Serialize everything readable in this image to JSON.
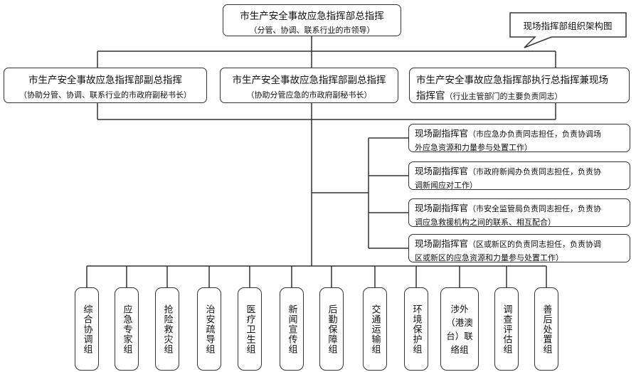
{
  "title_box": {
    "line1": "市生产安全事故应急指挥部总指挥",
    "line2": "（分管、协调、联系行业的市领导）"
  },
  "deputies": [
    {
      "title": "市生产安全事故应急指挥部副总指挥",
      "sub": "（协助分管、协调、联系行业的市政府副秘书长）"
    },
    {
      "title": "市生产安全事故应急指挥部副总指挥",
      "sub": "（协助分管应急的市政府副秘书长）"
    },
    {
      "title": "市生产安全事故应急指挥部执行总指挥兼现场",
      "sub_title": "指挥官",
      "sub": "（行业主管部门的主要负责同志）"
    }
  ],
  "callout": "现场指挥部组织架构图",
  "deputy_commanders": [
    {
      "head": "现场副指挥官",
      "detail_a": "（市应急办负责同志担任，负责协调场",
      "detail_b": "外应急资源和力量参与处置工作）"
    },
    {
      "head": "现场副指挥官",
      "detail_a": "（市政府新闻办负责同志担任，负责协",
      "detail_b": "调新闻应对工作）"
    },
    {
      "head": "现场副指挥官",
      "detail_a": "（市安全监管局负责同志担任，负责协",
      "detail_b": "调应急救援机构之间的联系、相互配合）"
    },
    {
      "head": "现场副指挥官",
      "detail_a": "（区或新区的负责同志担任，负责协调",
      "detail_b": "区或新区的应急资源和力量参与处置工作）"
    }
  ],
  "groups": [
    "综合协调组",
    "应急专家组",
    "抢险救灾组",
    "治安疏导组",
    "医疗卫生组",
    "新闻宣传组",
    "后勤保障组",
    "交通运输组",
    "环境保护组",
    "涉外（港澳台）联络组",
    "调查评估组",
    "善后处置组"
  ]
}
